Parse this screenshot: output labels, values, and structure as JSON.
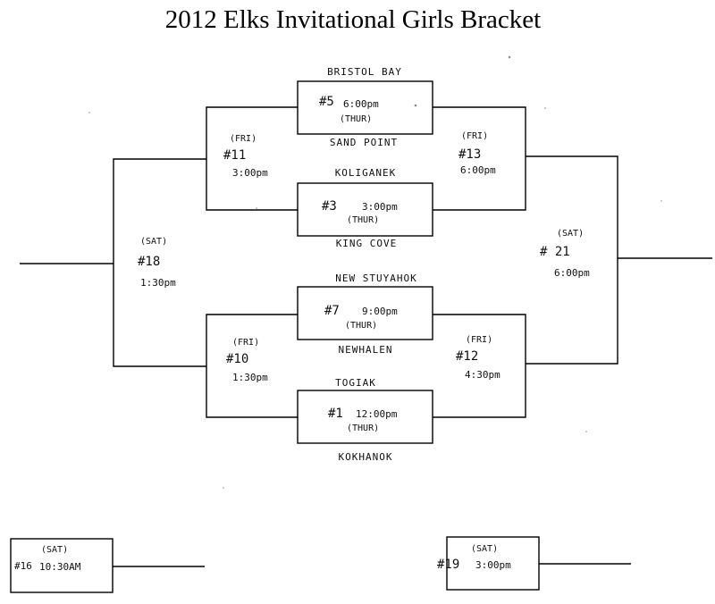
{
  "title": "2012 Elks Invitational Girls Bracket",
  "teams": {
    "bristol_bay": "BRISTOL BAY",
    "sand_point": "SAND POINT",
    "koliganek": "KOLIGANEK",
    "king_cove": "KING COVE",
    "new_stuyahok": "NEW STUYAHOK",
    "newhalen": "NEWHALEN",
    "togiak": "TOGIAK",
    "kokhanok": "KOKHANOK"
  },
  "games": {
    "g5": {
      "num": "#5",
      "time": "6:00pm",
      "day": "(THUR)"
    },
    "g3": {
      "num": "#3",
      "time": "3:00pm",
      "day": "(THUR)"
    },
    "g7": {
      "num": "#7",
      "time": "9:00pm",
      "day": "(THUR)"
    },
    "g1": {
      "num": "#1",
      "time": "12:00pm",
      "day": "(THUR)"
    },
    "g11": {
      "num": "#11",
      "time": "3:00pm",
      "day": "(FRI)"
    },
    "g13": {
      "num": "#13",
      "time": "6:00pm",
      "day": "(FRI)"
    },
    "g10": {
      "num": "#10",
      "time": "1:30pm",
      "day": "(FRI)"
    },
    "g12": {
      "num": "#12",
      "time": "4:30pm",
      "day": "(FRI)"
    },
    "g18": {
      "num": "#18",
      "time": "1:30pm",
      "day": "(SAT)"
    },
    "g21": {
      "num": "# 21",
      "time": "6:00pm",
      "day": "(SAT)"
    },
    "g16": {
      "num": "#16",
      "time": "10:30AM",
      "day": "(SAT)"
    },
    "g19": {
      "num": "#19",
      "time": "3:00pm",
      "day": "(SAT)"
    }
  }
}
